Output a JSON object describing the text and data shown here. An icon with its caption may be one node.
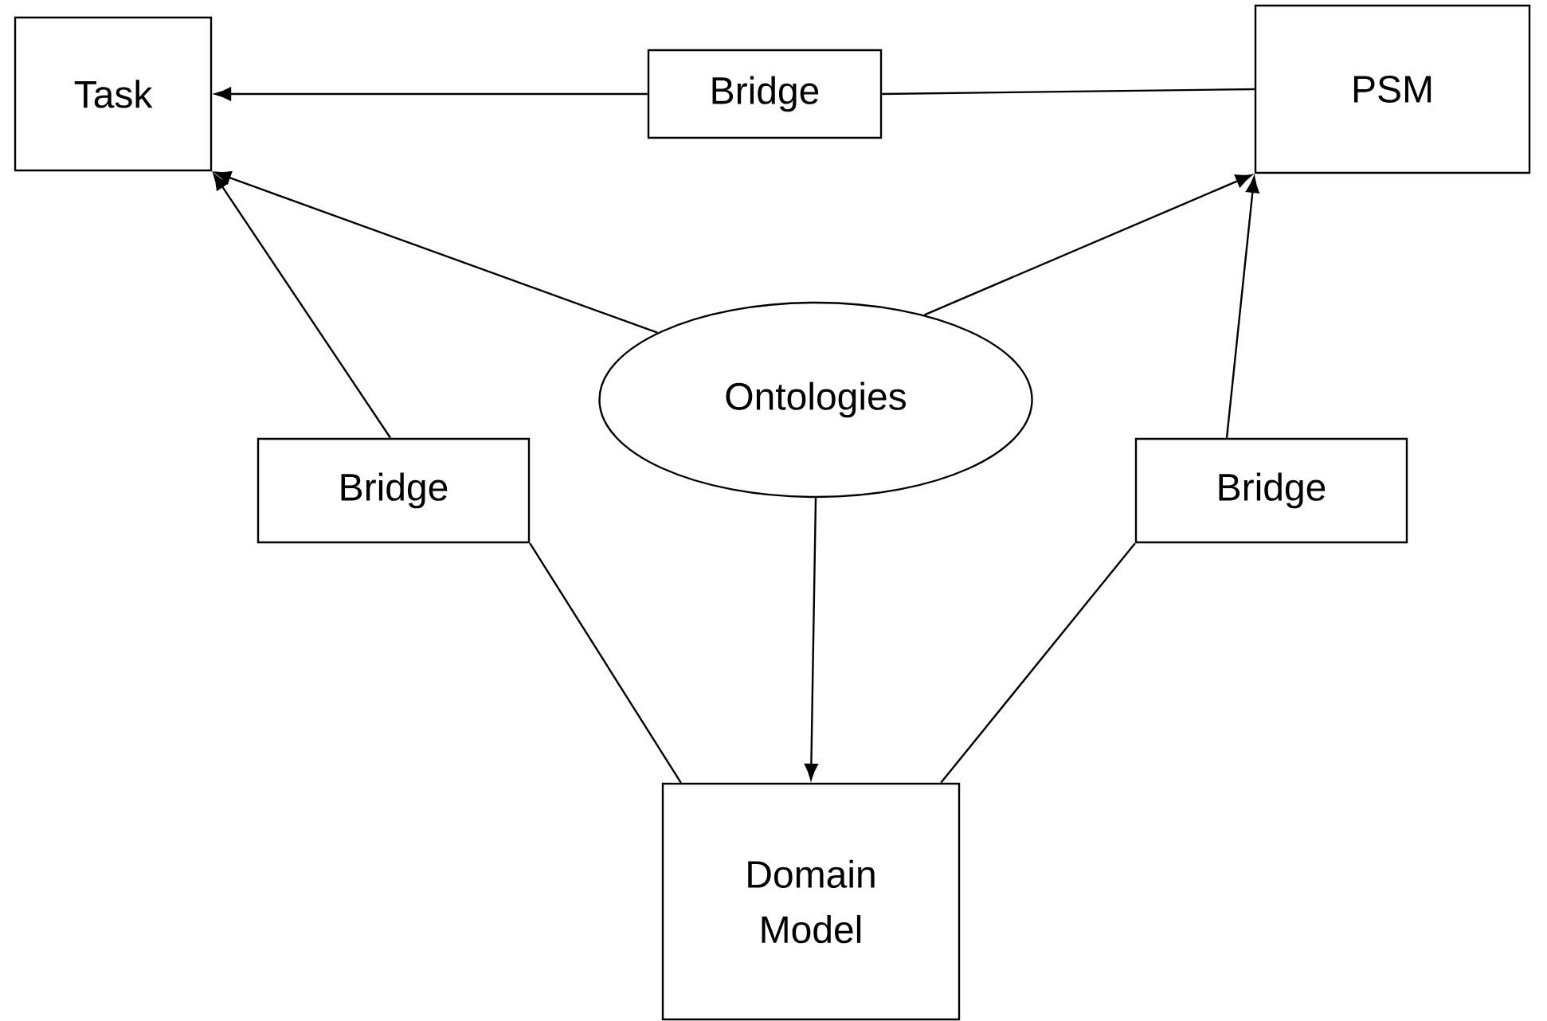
{
  "diagram": {
    "nodes": [
      {
        "text": [
          "Task"
        ]
      },
      {
        "text": [
          "Bridge"
        ]
      },
      {
        "text": [
          "PSM"
        ]
      },
      {
        "text": [
          "Ontologies"
        ]
      },
      {
        "text": [
          "Bridge"
        ]
      },
      {
        "text": [
          "Bridge"
        ]
      },
      {
        "text": [
          "Domain Model"
        ]
      }
    ],
    "edges": [
      {
        "from": 1,
        "to": 0,
        "arrow": "to"
      },
      {
        "from": 1,
        "to": 2,
        "arrow": "none"
      },
      {
        "from": 3,
        "to": 0,
        "arrow": "to"
      },
      {
        "from": 3,
        "to": 2,
        "arrow": "to"
      },
      {
        "from": 3,
        "to": 6,
        "arrow": "to"
      },
      {
        "from": 4,
        "to": 0,
        "arrow": "to"
      },
      {
        "from": 6,
        "to": 4,
        "arrow": "none"
      },
      {
        "from": 5,
        "to": 2,
        "arrow": "to"
      },
      {
        "from": 6,
        "to": 5,
        "arrow": "none"
      }
    ]
  }
}
